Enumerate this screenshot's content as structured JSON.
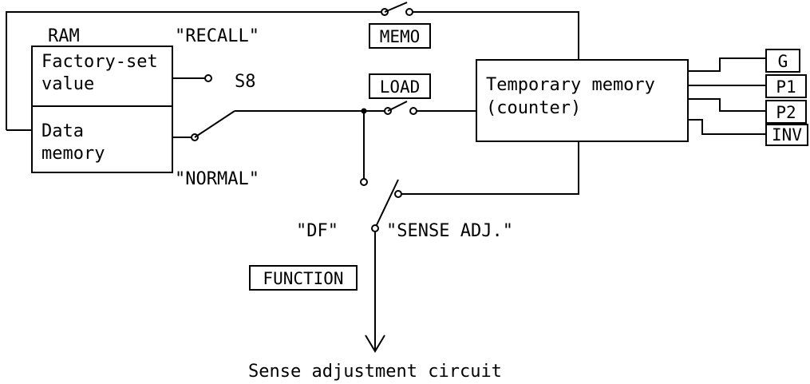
{
  "ram": {
    "title": "RAM",
    "factory_line1": "Factory-set",
    "factory_line2": "value",
    "data_line1": "Data",
    "data_line2": "memory"
  },
  "labels": {
    "recall": "\"RECALL\"",
    "normal": "\"NORMAL\"",
    "s8": "S8",
    "df": "\"DF\"",
    "sense_adj": "\"SENSE ADJ.\"",
    "output": "Sense adjustment circuit"
  },
  "temp_memory": {
    "line1": "Temporary memory",
    "line2": "(counter)"
  },
  "keys": {
    "memo": "MEMO",
    "load": "LOAD",
    "function": "FUNCTION"
  },
  "outputs": [
    "G",
    "P1",
    "P2",
    "INV"
  ]
}
